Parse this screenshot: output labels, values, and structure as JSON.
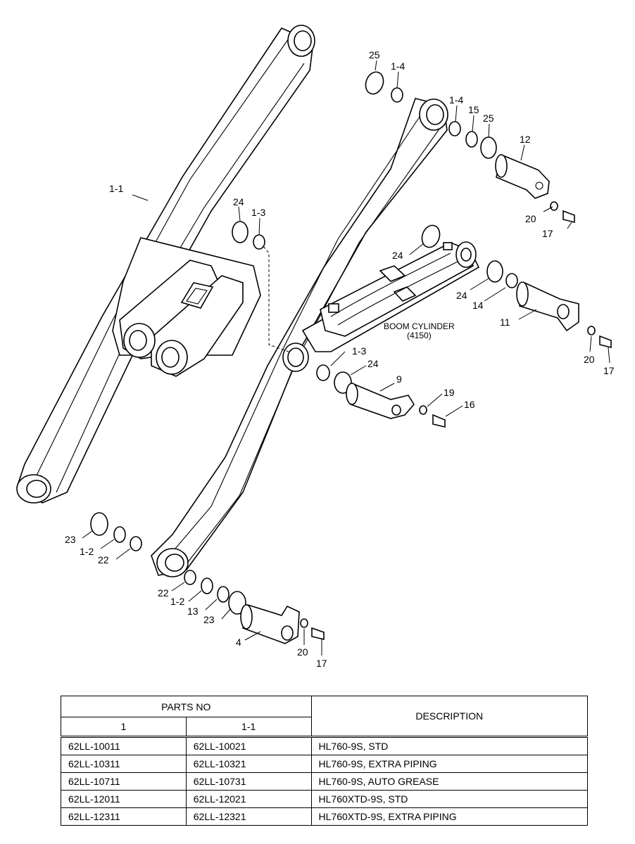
{
  "diagram": {
    "cylinder_caption": "BOOM CYLINDER",
    "cylinder_code": "(4150)",
    "callouts": {
      "c1_1": "1-1",
      "c25a": "25",
      "c1_4a": "1-4",
      "c1_4b": "1-4",
      "c15": "15",
      "c25b": "25",
      "c12": "12",
      "c20a": "20",
      "c17a": "17",
      "c24a": "24",
      "c1_3a": "1-3",
      "c24b": "24",
      "c24c": "24",
      "c14": "14",
      "c11": "11",
      "c20b": "20",
      "c17b": "17",
      "c1_3b": "1-3",
      "c24d": "24",
      "c9": "9",
      "c19": "19",
      "c16": "16",
      "c23a": "23",
      "c1_2a": "1-2",
      "c22a": "22",
      "c22b": "22",
      "c1_2b": "1-2",
      "c13": "13",
      "c23b": "23",
      "c4": "4",
      "c20c": "20",
      "c17c": "17"
    }
  },
  "table": {
    "header_parts_no": "PARTS NO",
    "header_col1": "1",
    "header_col2": "1-1",
    "header_description": "DESCRIPTION",
    "rows": [
      {
        "p1": "62LL-10011",
        "p2": "62LL-10021",
        "desc": "HL760-9S, STD"
      },
      {
        "p1": "62LL-10311",
        "p2": "62LL-10321",
        "desc": "HL760-9S, EXTRA PIPING"
      },
      {
        "p1": "62LL-10711",
        "p2": "62LL-10731",
        "desc": "HL760-9S, AUTO GREASE"
      },
      {
        "p1": "62LL-12011",
        "p2": "62LL-12021",
        "desc": "HL760XTD-9S, STD"
      },
      {
        "p1": "62LL-12311",
        "p2": "62LL-12321",
        "desc": "HL760XTD-9S, EXTRA PIPING"
      }
    ]
  }
}
